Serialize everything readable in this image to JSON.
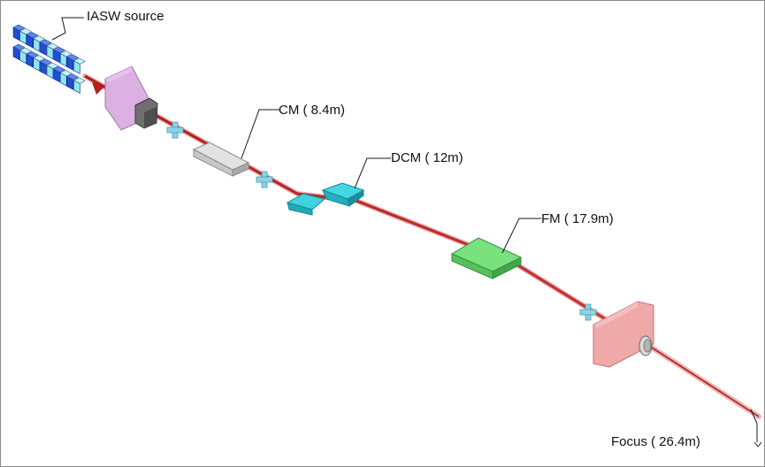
{
  "labels": {
    "source": "IASW source",
    "cm": "CM ( 8.4m)",
    "dcm": "DCM ( 12m)",
    "fm": "FM ( 17.9m)",
    "focus": "Focus ( 26.4m)"
  },
  "colors": {
    "beam": "#c42a2a",
    "beam_glow": "#e89a9a",
    "undulator_blue": "#1f4fd6",
    "undulator_cyan": "#8fe6f2",
    "slit_pink": "#d8a8e0",
    "slit_grey": "#7a7a7a",
    "cm_mirror": "#d4d4d4",
    "dcm_cyan": "#2fc8d6",
    "fm_green": "#6be07a",
    "end_panel": "#eba3a3",
    "monitor_cross": "#8ad4e8"
  }
}
